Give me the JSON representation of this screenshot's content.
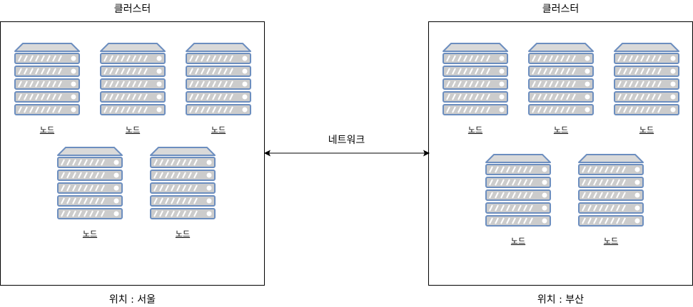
{
  "colors": {
    "server_fill": "#cccccc",
    "server_stroke": "#6c8ebf",
    "server_top_fill": "#d9d9d9",
    "stripe": "#ffffff",
    "line": "#000000"
  },
  "icons": {
    "node": "server-rack-icon",
    "network": "double-headed-arrow"
  },
  "clusters": [
    {
      "title": "클러스터",
      "location": "위치 : 서울",
      "nodes": [
        {
          "label": "노드"
        },
        {
          "label": "노드"
        },
        {
          "label": "노드"
        },
        {
          "label": "노드"
        },
        {
          "label": "노드"
        }
      ]
    },
    {
      "title": "클러스터",
      "location": "위치 : 부산",
      "nodes": [
        {
          "label": "노드"
        },
        {
          "label": "노드"
        },
        {
          "label": "노드"
        },
        {
          "label": "노드"
        },
        {
          "label": "노드"
        }
      ]
    }
  ],
  "network": {
    "label": "네트워크"
  }
}
